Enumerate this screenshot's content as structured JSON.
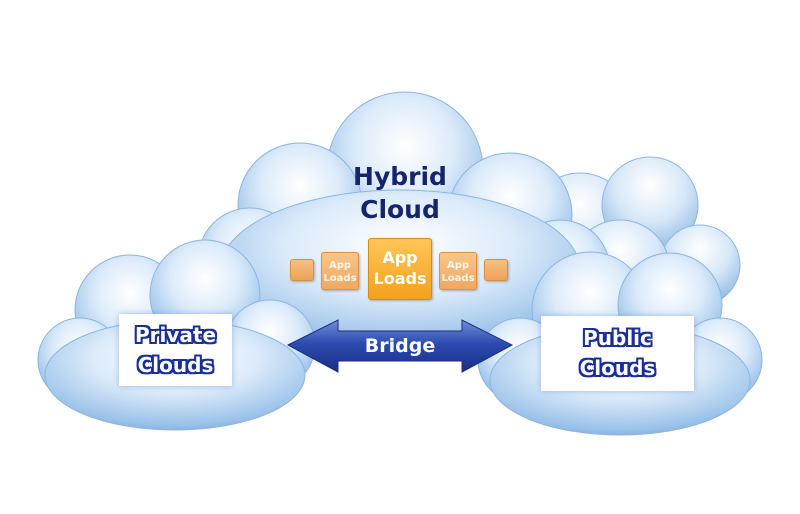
{
  "hybrid": {
    "title_line1": "Hybrid",
    "title_line2": "Cloud"
  },
  "tiles": {
    "center_line1": "App",
    "center_line2": "Loads",
    "left_line1": "App",
    "left_line2": "Loads",
    "right_line1": "App",
    "right_line2": "Loads"
  },
  "bridge": {
    "label": "Bridge"
  },
  "private": {
    "line1": "Private",
    "line2": "Clouds"
  },
  "public": {
    "line1": "Public",
    "line2": "Clouds"
  },
  "colors": {
    "cloud_light": "#e4f0fb",
    "cloud_dark": "#7fb0e0",
    "title": "#16246e",
    "arrow": "#2643a8",
    "tile_orange": "#f5a11c"
  }
}
